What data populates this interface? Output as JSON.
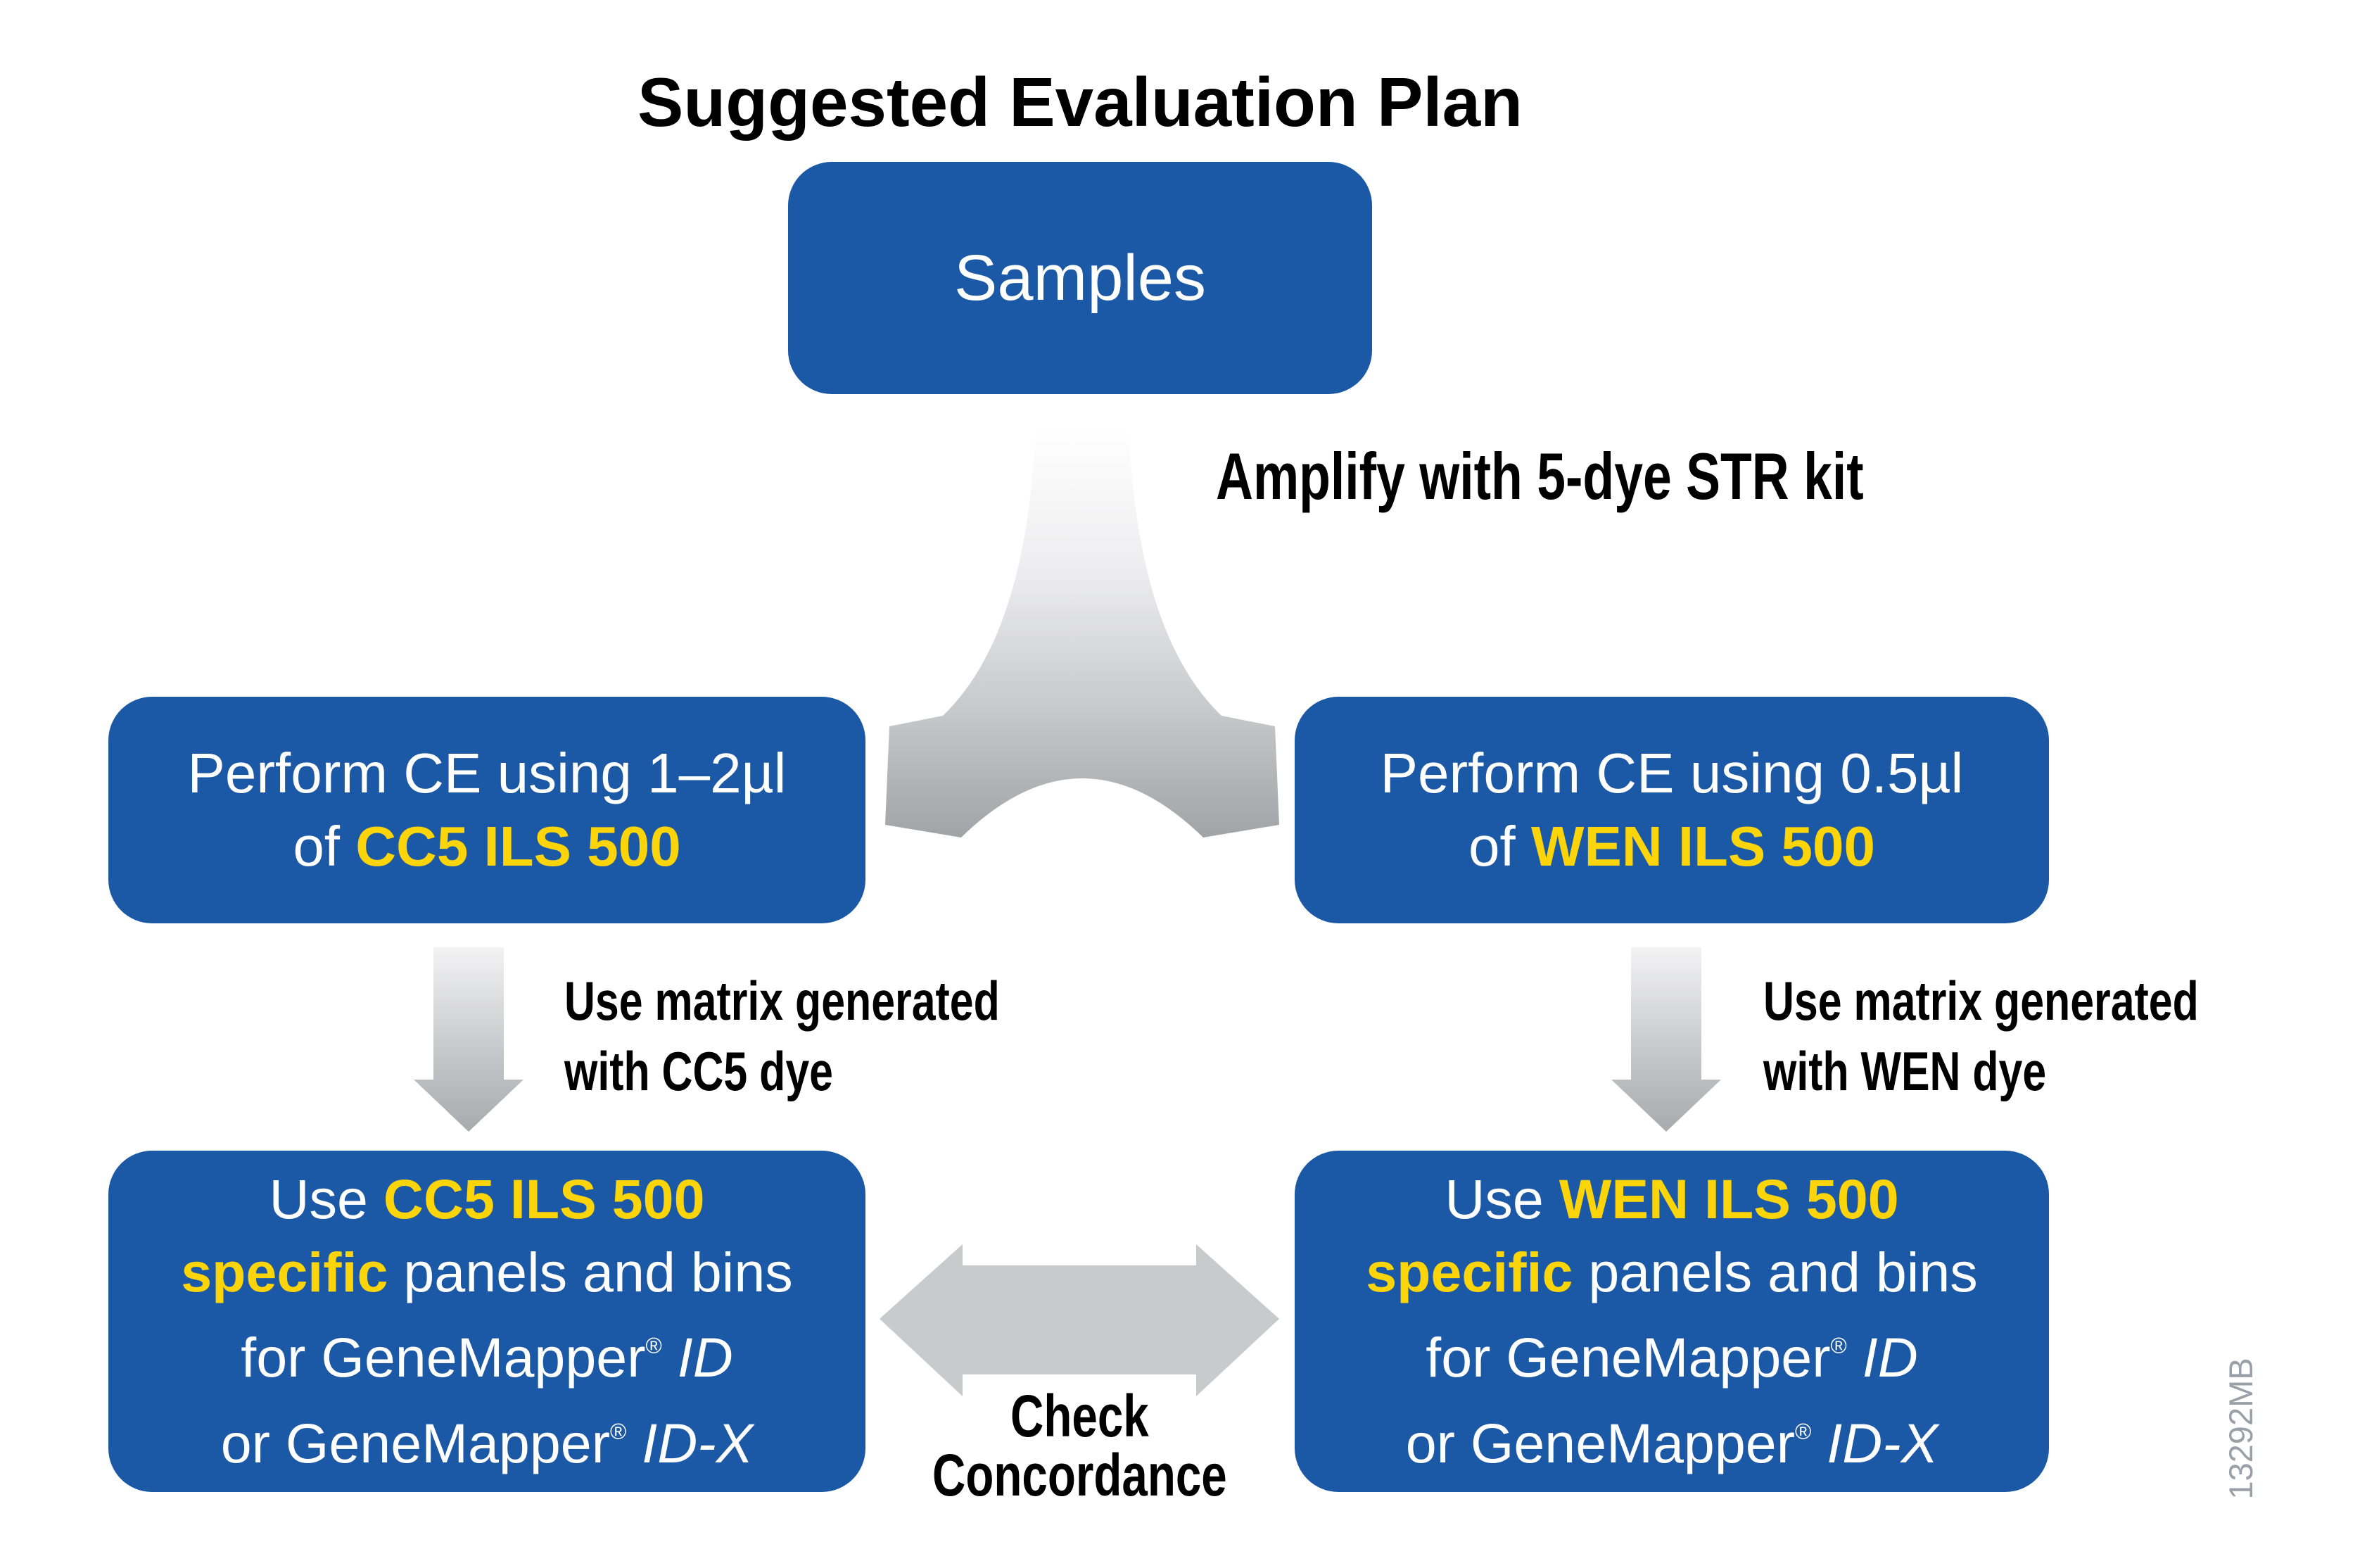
{
  "title": "Suggested Evaluation Plan",
  "figure_id": "13292MB",
  "colors": {
    "node_blue": "#1B58A5",
    "highlight_yellow": "#FCD40A",
    "text_white": "#FFFFFF",
    "label_black": "#000000",
    "arrow_gray_flat": "#C9CACC",
    "arrow_gradient_top": "#FFFFFF",
    "arrow_gradient_bottom": "#A2A3A7",
    "figure_id_gray": "#9AA0A8"
  },
  "nodes": {
    "samples": {
      "label": "Samples"
    },
    "ce_left": {
      "line1": "Perform CE using 1–2µl",
      "line2_prefix": "of ",
      "line2_highlight": "CC5 ILS 500"
    },
    "ce_right": {
      "line1": "Perform CE using 0.5µl",
      "line2_prefix": "of ",
      "line2_highlight": "WEN ILS 500"
    },
    "panels_left": {
      "line1_prefix": "Use ",
      "line1_highlight": "CC5 ILS 500",
      "line2_highlight": "specific",
      "line2_suffix": " panels and bins",
      "line3_prefix": "for GeneMapper",
      "line3_trademark": "®",
      "line3_italic": " ID",
      "line4_prefix": "or GeneMapper",
      "line4_trademark": "®",
      "line4_italic": " ID-X"
    },
    "panels_right": {
      "line1_prefix": "Use ",
      "line1_highlight": "WEN ILS 500",
      "line2_highlight": "specific",
      "line2_suffix": " panels and bins",
      "line3_prefix": "for GeneMapper",
      "line3_trademark": "®",
      "line3_italic": " ID",
      "line4_prefix": "or GeneMapper",
      "line4_trademark": "®",
      "line4_italic": " ID-X"
    }
  },
  "labels": {
    "amplify": "Amplify with 5-dye STR kit",
    "matrix_left": {
      "line1": "Use matrix generated",
      "line2": "with CC5 dye"
    },
    "matrix_right": {
      "line1": "Use matrix generated",
      "line2": "with WEN dye"
    },
    "check": {
      "line1": "Check",
      "line2": "Concordance"
    }
  }
}
